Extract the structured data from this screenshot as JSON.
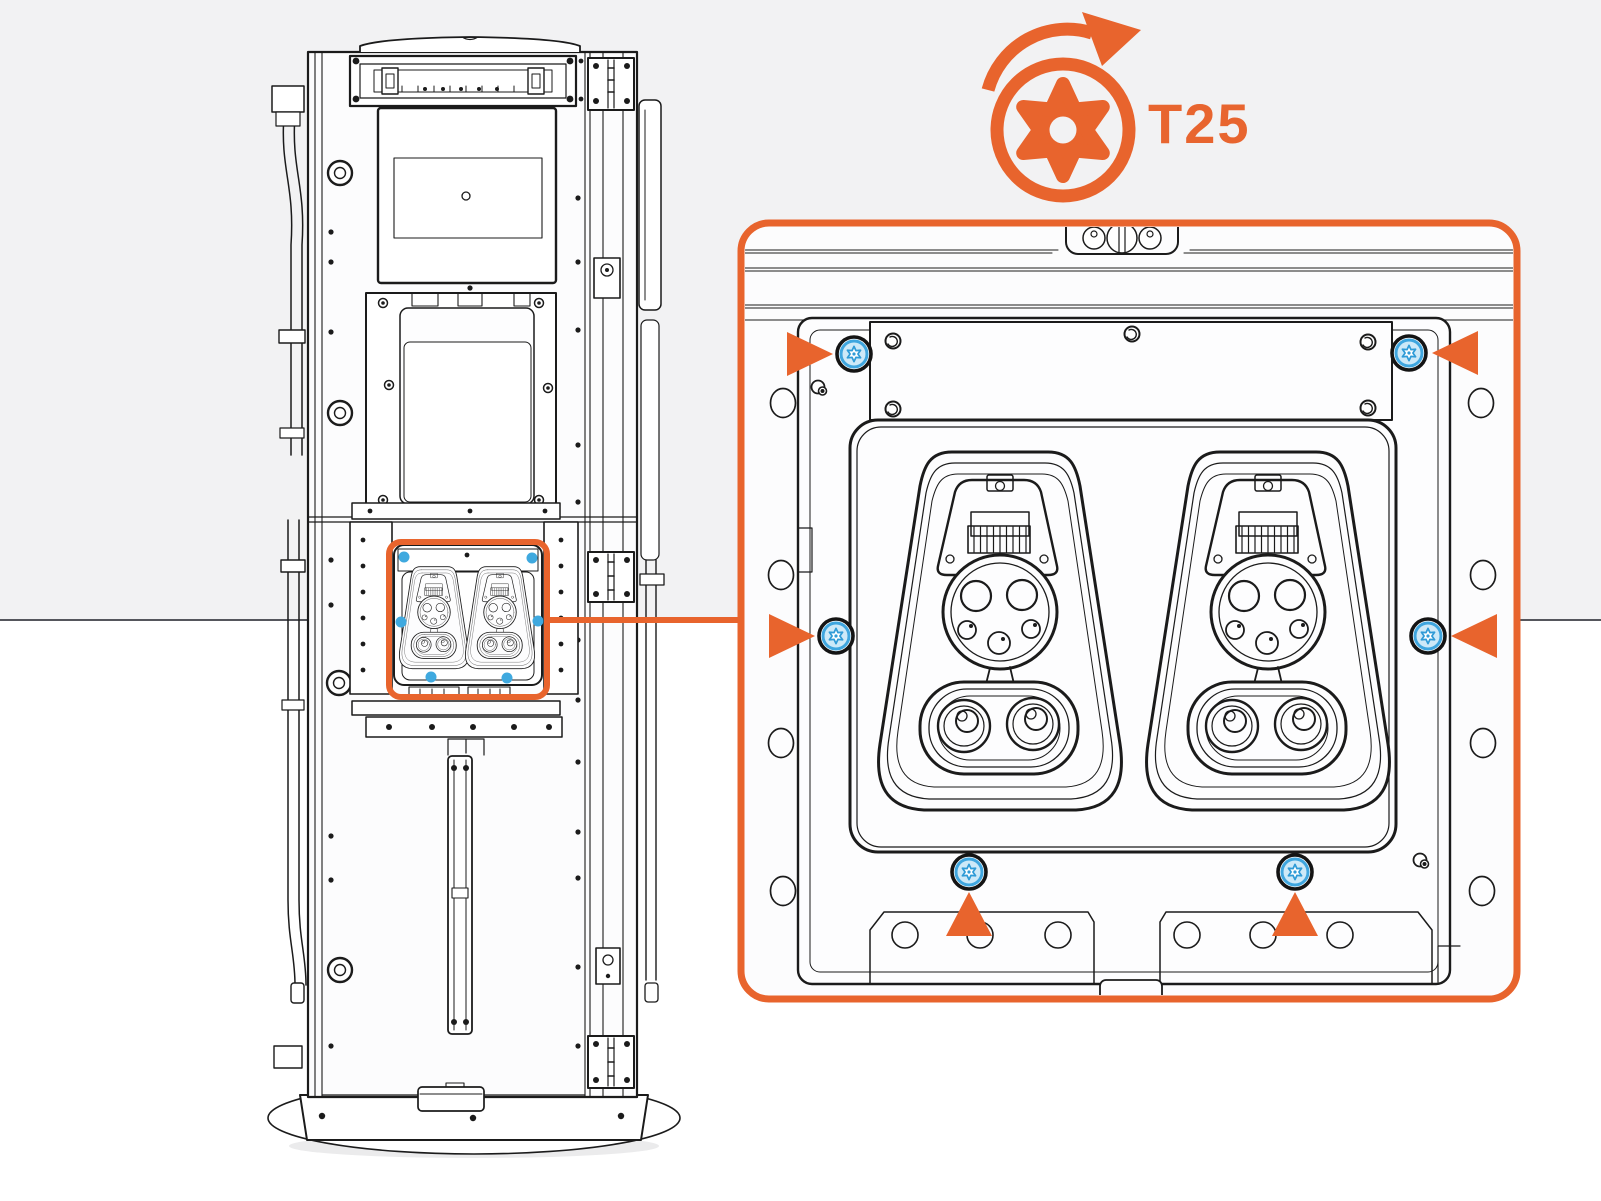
{
  "figure": {
    "type": "installation-step-diagram",
    "tool_callout": {
      "label": "T25",
      "tool_icon": "torx-t25-bit-icon",
      "rotation_icon": "clockwise-rotation-arrow-icon",
      "color": "#E8642D"
    },
    "colors": {
      "accent_orange": "#E8642D",
      "screw_ring_blue": "#3FA6DF",
      "screw_fill_blue": "#CDE9F8",
      "screw_star_blue": "#2F9BD7",
      "line_art": "#1B1B1B",
      "background_top": "#F2F2F3",
      "background_bottom": "#FFFFFF",
      "divider_line": "#55565C"
    },
    "overview": {
      "name": "charging-station-front-view",
      "highlight_marker": "rounded-rectangle",
      "highlight_screw_count": 6
    },
    "detail": {
      "name": "connector-panel-detail-view",
      "sockets": [
        {
          "type": "CCS-combo-socket",
          "position": "left"
        },
        {
          "type": "CCS-combo-socket",
          "position": "right"
        }
      ],
      "screws": [
        {
          "id": "top-left",
          "arrow": "right"
        },
        {
          "id": "top-right",
          "arrow": "left"
        },
        {
          "id": "middle-left",
          "arrow": "right"
        },
        {
          "id": "middle-right",
          "arrow": "left"
        },
        {
          "id": "bottom-left",
          "arrow": "up"
        },
        {
          "id": "bottom-right",
          "arrow": "up"
        }
      ]
    }
  }
}
